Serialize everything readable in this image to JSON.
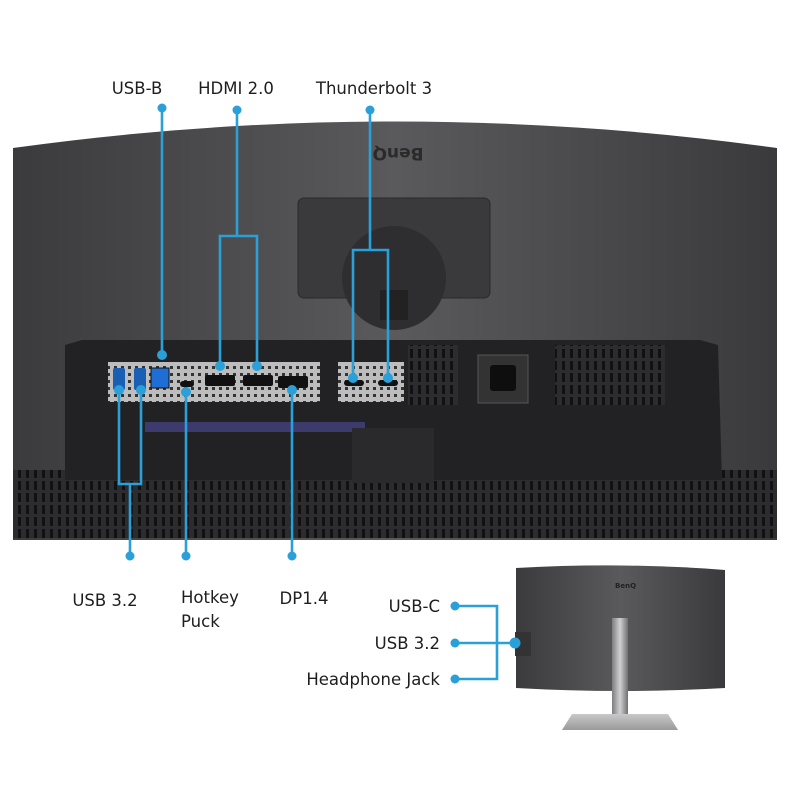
{
  "brand": "BenQ",
  "accent_color": "#2a9fd8",
  "top_labels": {
    "usb_b": "USB-B",
    "hdmi": "HDMI 2.0",
    "thunderbolt": "Thunderbolt 3"
  },
  "bottom_labels": {
    "usb32": "USB 3.2",
    "hotkey_line1": "Hotkey",
    "hotkey_line2": "Puck",
    "dp": "DP1.4"
  },
  "side_labels": {
    "usb_c": "USB-C",
    "usb32": "USB 3.2",
    "headphone": "Headphone Jack"
  }
}
